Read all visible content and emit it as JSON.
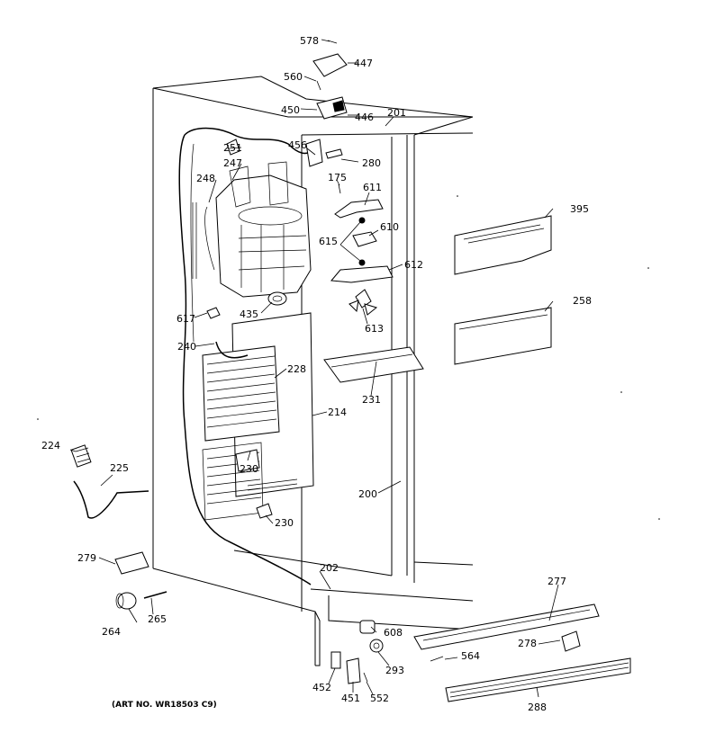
{
  "diagram": {
    "art_number": "(ART NO. WR18503 C9)",
    "callouts": {
      "c578": "578",
      "c447": "447",
      "c560": "560",
      "c450": "450",
      "c446": "446",
      "c201": "201",
      "c456": "456",
      "c251": "251",
      "c280": "280",
      "c247": "247",
      "c175": "175",
      "c611": "611",
      "c248": "248",
      "c610": "610",
      "c395": "395",
      "c615": "615",
      "c612": "612",
      "c258": "258",
      "c617": "617",
      "c435": "435",
      "c613": "613",
      "c240": "240",
      "c228": "228",
      "c231": "231",
      "c214": "214",
      "c224": "224",
      "c225": "225",
      "c230a": "230",
      "c200": "200",
      "c230b": "230",
      "c279": "279",
      "c202": "202",
      "c277": "277",
      "c264": "264",
      "c265": "265",
      "c608": "608",
      "c278": "278",
      "c564": "564",
      "c293": "293",
      "c452": "452",
      "c451": "451",
      "c552": "552",
      "c288": "288"
    }
  }
}
